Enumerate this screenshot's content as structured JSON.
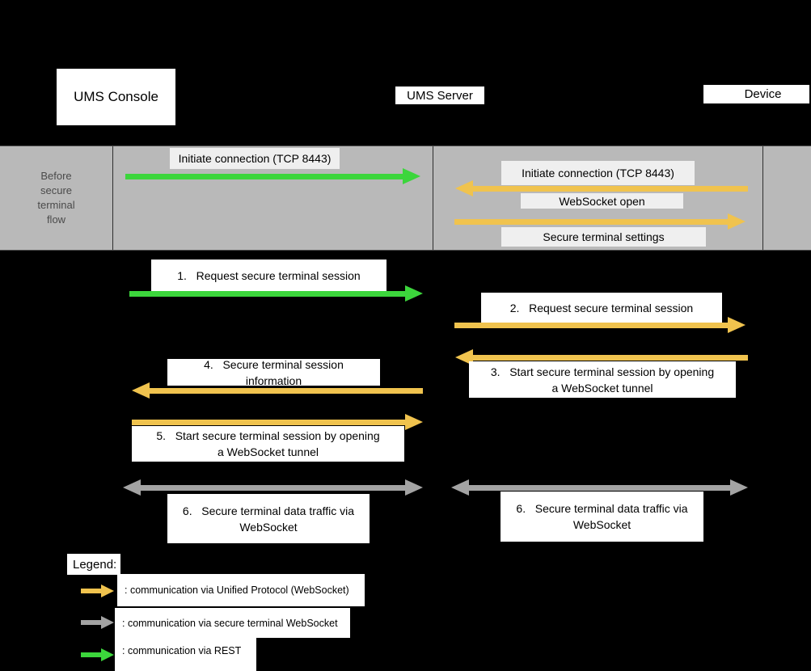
{
  "colors": {
    "background": "#000000",
    "unified_protocol_arrow": "#f0c34e",
    "secure_terminal_ws_arrow": "#a3a3a3",
    "rest_arrow": "#3cd63c",
    "phase_band_bg": "#b9b9b9",
    "band_label_bg": "#efefef",
    "message_box_bg": "#ffffff"
  },
  "actors": {
    "console": "UMS Console",
    "server": "UMS Server",
    "device": "Device"
  },
  "band": {
    "caption": "Before\nsecure\nterminal\nflow",
    "messages": {
      "console_server_rest": {
        "label": "Initiate connection (TCP 8443)"
      },
      "device_server_initiate": {
        "label": "Initiate connection (TCP 8443)"
      },
      "websocket_open": {
        "label": "WebSocket open"
      },
      "secure_terminal_settings": {
        "label": "Secure terminal settings"
      }
    }
  },
  "steps": {
    "s1": {
      "label": "1.   Request secure terminal session"
    },
    "s2": {
      "label": "2.   Request secure terminal session"
    },
    "s3": {
      "label": "3.   Start secure terminal session by opening\na WebSocket tunnel"
    },
    "s4": {
      "label": "4.   Secure terminal session\ninformation"
    },
    "s5": {
      "label": "5.   Start secure terminal session by opening\na WebSocket tunnel"
    },
    "s6_left": {
      "label": "6.   Secure terminal data traffic via\nWebSocket"
    },
    "s6_right": {
      "label": "6.   Secure terminal data traffic via\nWebSocket"
    }
  },
  "legend": {
    "title": "Legend:",
    "items": [
      {
        "label": ": communication via Unified Protocol (WebSocket)",
        "color": "#f0c34e"
      },
      {
        "label": ": communication via secure terminal WebSocket",
        "color": "#a3a3a3"
      },
      {
        "label": ": communication via REST",
        "color": "#3cd63c"
      }
    ]
  }
}
